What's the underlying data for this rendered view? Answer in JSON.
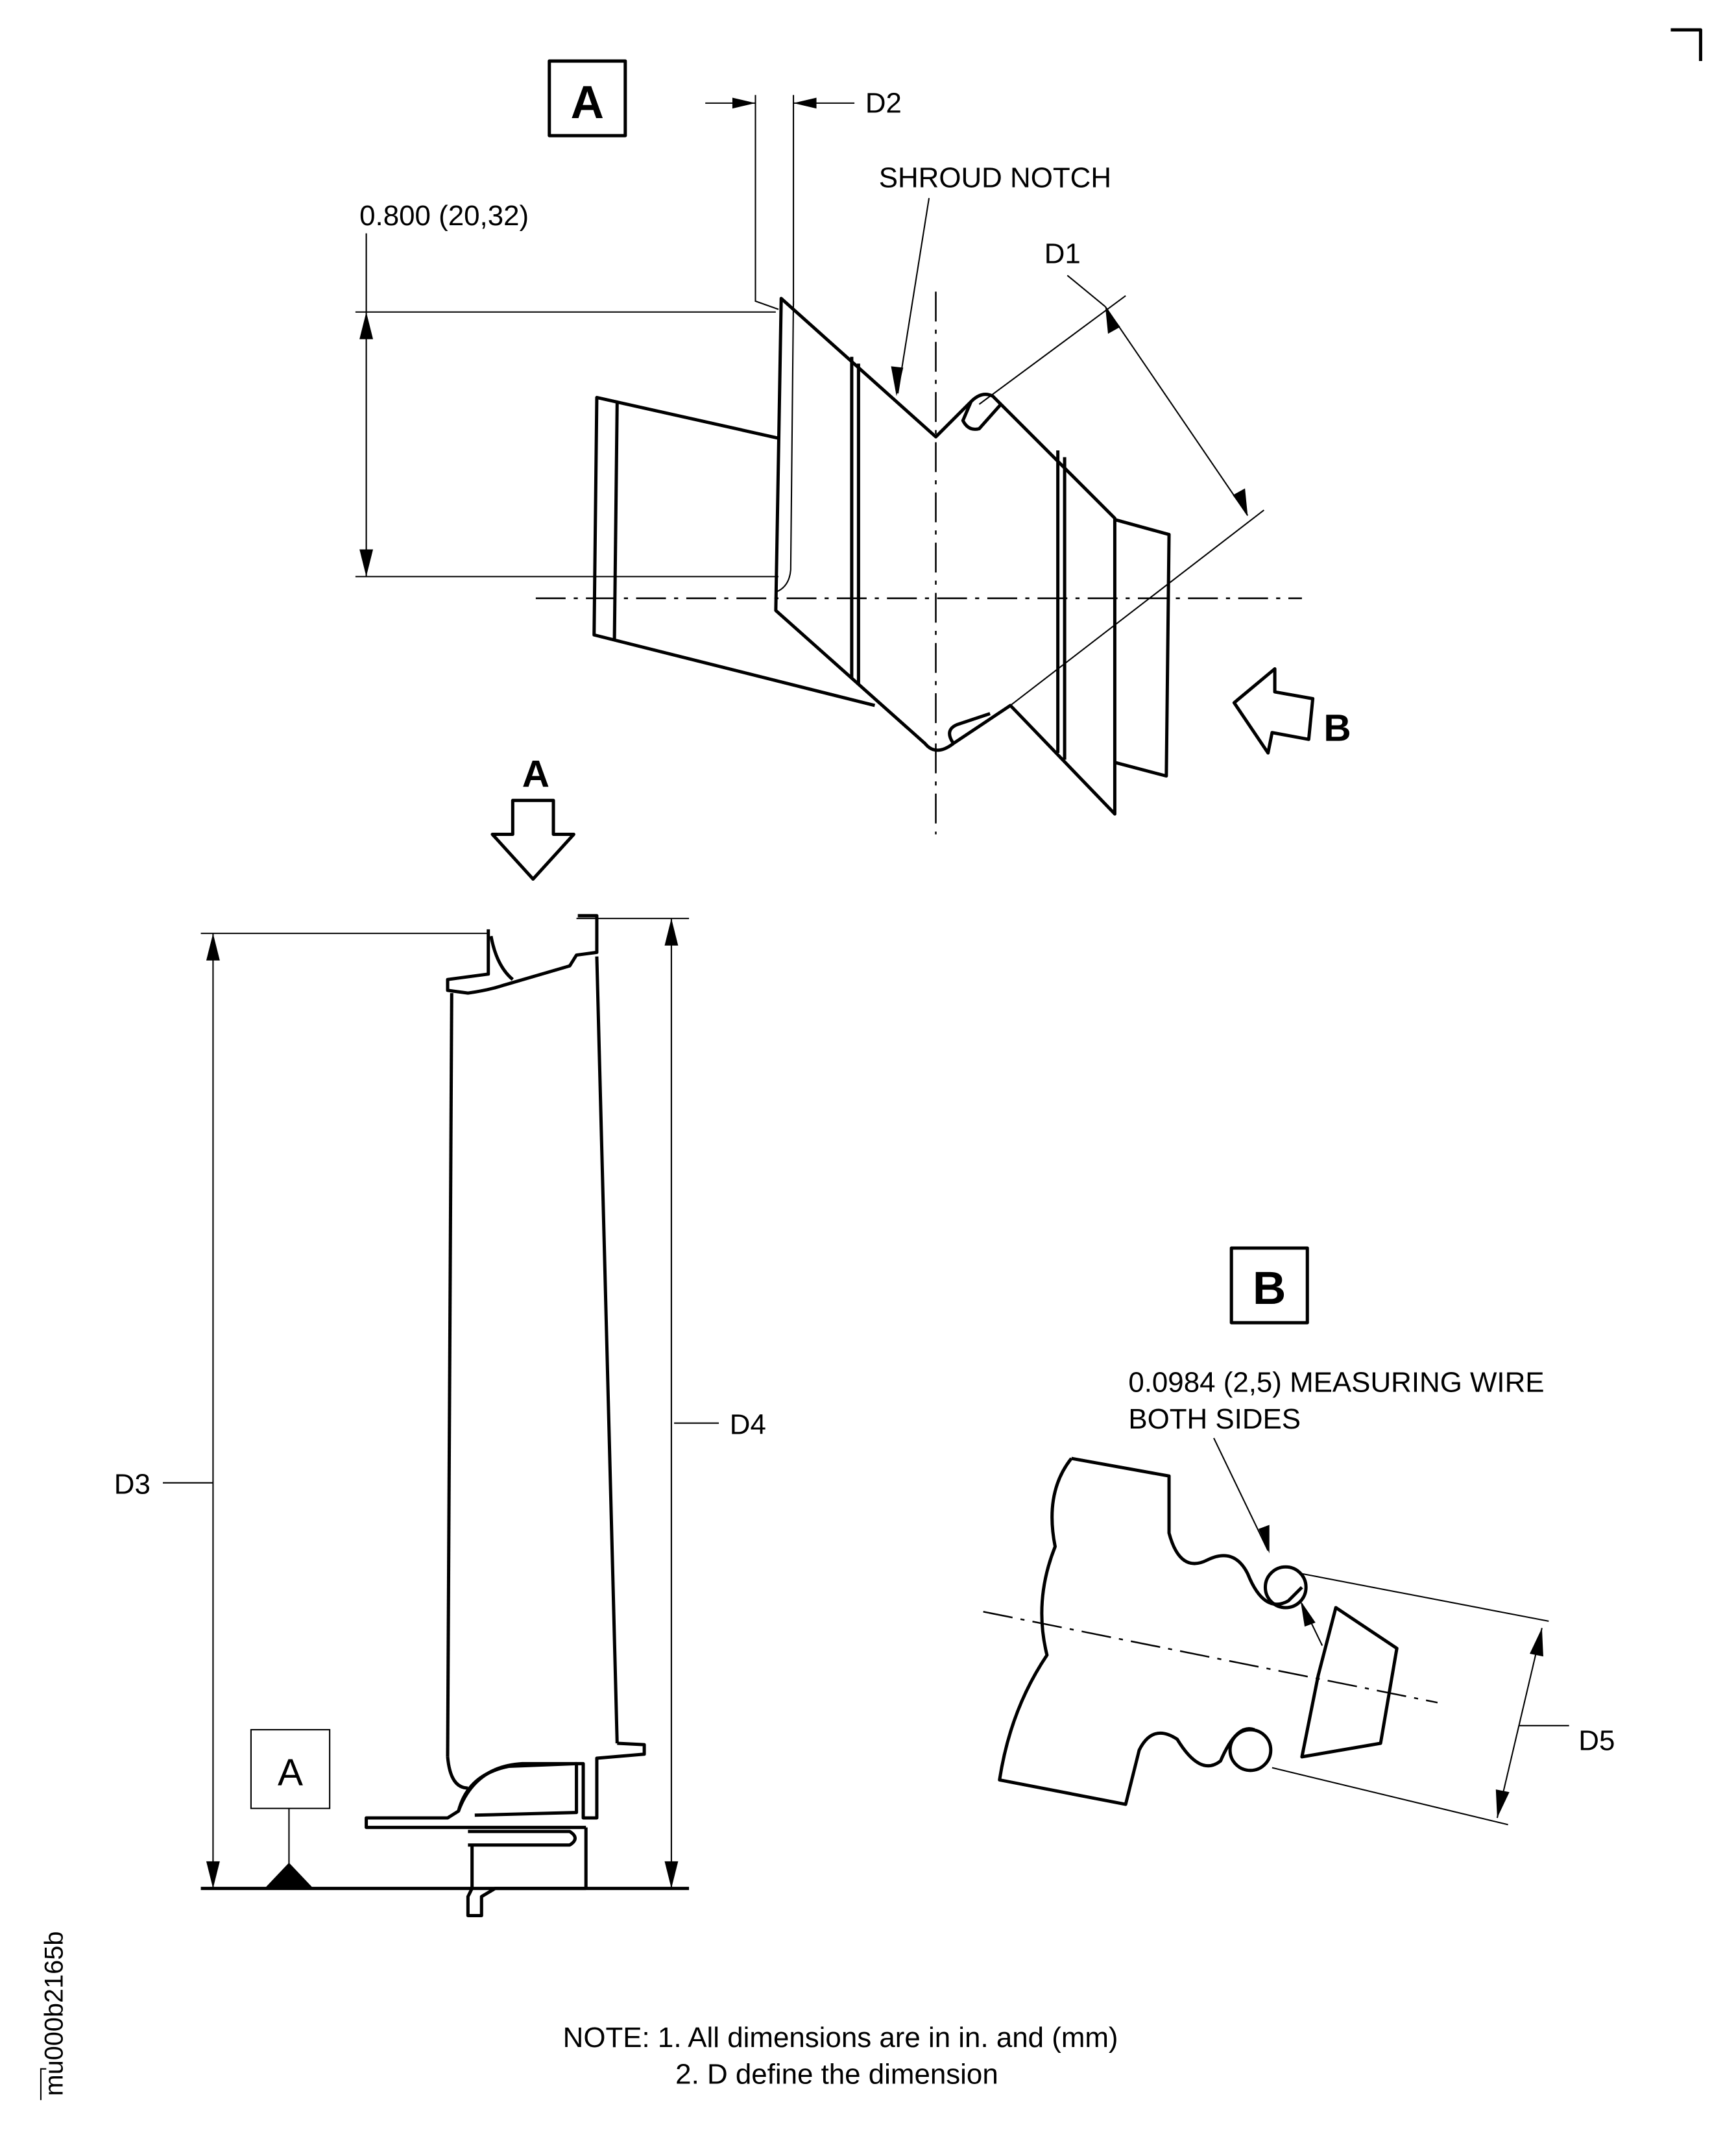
{
  "view_a": {
    "label": "A",
    "dim_0800": "0.800 (20,32)",
    "dim_d2": "D2",
    "shroud_notch": "SHROUD NOTCH",
    "dim_d1": "D1",
    "view_b_arrow_label": "B"
  },
  "blade_view": {
    "view_a_arrow_label": "A",
    "dim_d3": "D3",
    "dim_d4": "D4",
    "datum_label": "A"
  },
  "view_b": {
    "label": "B",
    "wire_note_line1": "0.0984 (2,5) MEASURING WIRE",
    "wire_note_line2": "BOTH SIDES",
    "dim_d5": "D5"
  },
  "notes": {
    "line1": "NOTE: 1. All dimensions are in in. and (mm)",
    "line2": "2. D define the dimension"
  },
  "figure_id": "mu000b2165b"
}
